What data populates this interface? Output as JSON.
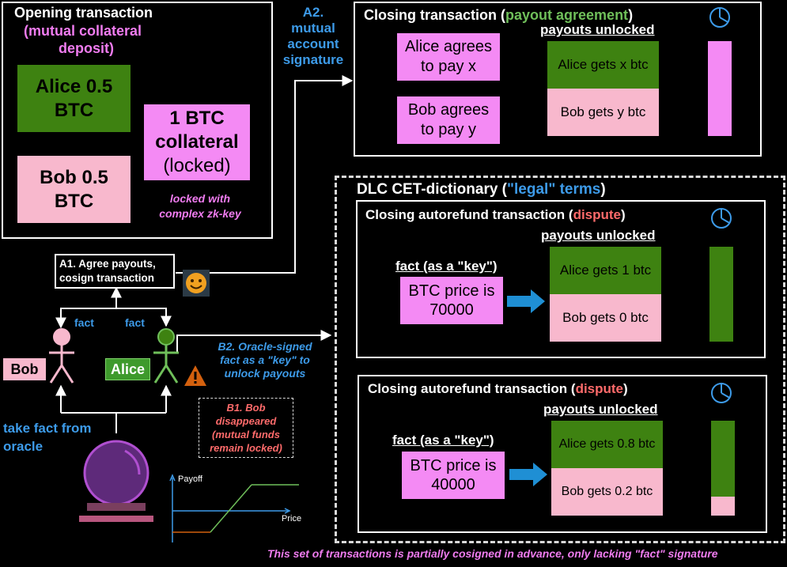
{
  "opening": {
    "title": "Opening transaction",
    "subtitle_1": "(mutual collateral",
    "subtitle_2": "deposit)",
    "alice": "Alice 0.5 BTC",
    "bob": "Bob 0.5 BTC",
    "collateral_1": "1 BTC collateral",
    "collateral_2": "(locked)",
    "locked_note": "locked with complex zk-key"
  },
  "a2_label": "A2. mutual account signature",
  "closing": {
    "title": "Closing transaction (",
    "title_accent": "payout agreement",
    "title_end": ")",
    "payouts_header": "payouts unlocked",
    "alice_agrees": "Alice agrees to pay x",
    "bob_agrees": "Bob agrees to pay y",
    "alice_gets": "Alice gets x btc",
    "bob_gets": "Bob gets y btc"
  },
  "dlc": {
    "title": "DLC CET-dictionary (",
    "title_accent": "\"legal\" terms",
    "title_end": ")",
    "footnote": "This set of transactions is partially cosigned in advance, only lacking \"fact\" signature"
  },
  "refund1": {
    "title": "Closing autorefund transaction (",
    "title_accent": "dispute",
    "title_end": ")",
    "payouts_header": "payouts unlocked",
    "fact_label": "fact (as a \"key\")",
    "price": "BTC price is 70000",
    "alice_gets": "Alice gets 1 btc",
    "bob_gets": "Bob gets 0 btc",
    "alice_share": 1.0
  },
  "refund2": {
    "title": "Closing autorefund transaction (",
    "title_accent": "dispute",
    "title_end": ")",
    "payouts_header": "payouts unlocked",
    "fact_label": "fact (as a \"key\")",
    "price": "BTC price is 40000",
    "alice_gets": "Alice gets 0.8 btc",
    "bob_gets": "Bob gets 0.2 btc",
    "alice_share": 0.8
  },
  "parties": {
    "a1_label": "A1. Agree payouts, cosign transaction",
    "fact_left": "fact",
    "fact_right": "fact",
    "bob": "Bob",
    "alice": "Alice",
    "take_fact": "take fact from oracle",
    "b2_label": "B2. Oracle-signed fact as a \"key\" to unlock payouts",
    "b1_label": "B1. Bob disappeared (mutual funds remain locked)"
  },
  "payoff_chart": {
    "ylabel": "Payoff",
    "xlabel": "Price"
  },
  "colors": {
    "pink": "#f48af4",
    "light_pink": "#f8b8cd",
    "green": "#3e8211",
    "blue": "#3d9be9",
    "red": "#ff6b6b"
  }
}
